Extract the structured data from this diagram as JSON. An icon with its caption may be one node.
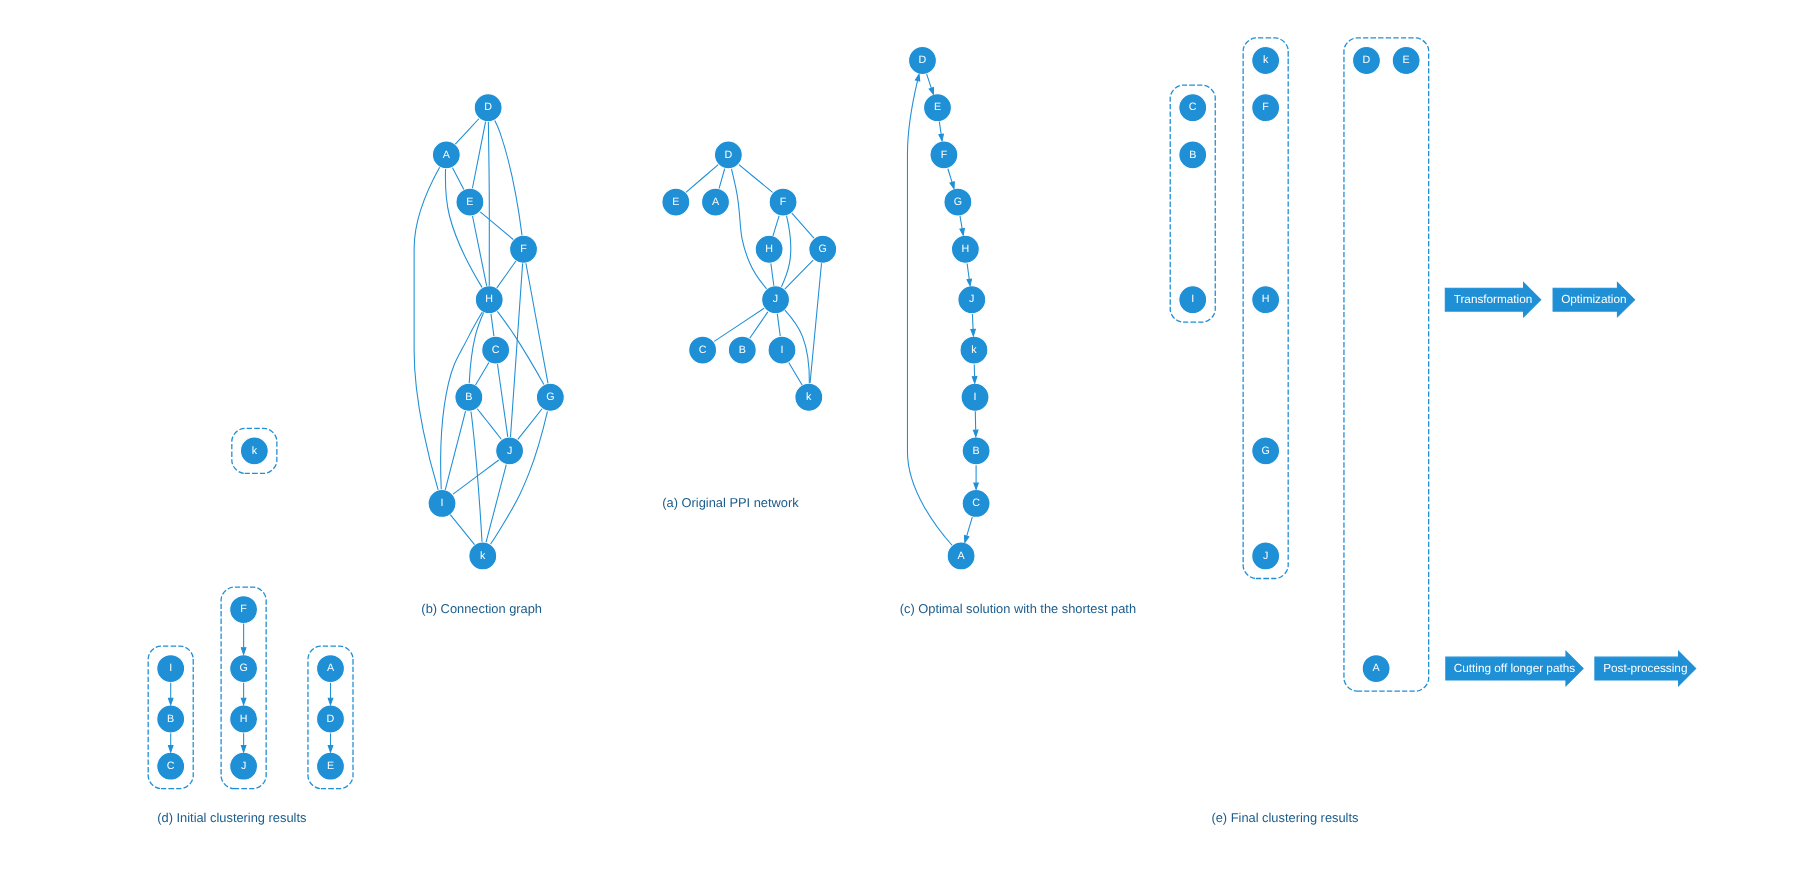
{
  "diagram": {
    "nodes": [
      {
        "text": [
          "D"
        ]
      },
      {
        "text": [
          "E"
        ]
      },
      {
        "text": [
          "A"
        ]
      },
      {
        "text": [
          "F"
        ]
      },
      {
        "text": [
          "H"
        ]
      },
      {
        "text": [
          "G"
        ]
      },
      {
        "text": [
          "J"
        ]
      },
      {
        "text": [
          "C"
        ]
      },
      {
        "text": [
          "B"
        ]
      },
      {
        "text": [
          "k"
        ]
      },
      {
        "text": [
          "I"
        ]
      },
      {
        "text": [
          "Transformation"
        ]
      },
      {
        "text": [
          "D"
        ]
      },
      {
        "text": [
          "E"
        ]
      },
      {
        "text": [
          "A"
        ]
      },
      {
        "text": [
          "F"
        ]
      },
      {
        "text": [
          "H"
        ]
      },
      {
        "text": [
          "G"
        ]
      },
      {
        "text": [
          "J"
        ]
      },
      {
        "text": [
          "C"
        ]
      },
      {
        "text": [
          "B"
        ]
      },
      {
        "text": [
          "k"
        ]
      },
      {
        "text": [
          "I"
        ]
      },
      {
        "text": [
          "Optimization"
        ]
      },
      {
        "text": [
          "D"
        ]
      },
      {
        "text": [
          "E"
        ]
      },
      {
        "text": [
          "A"
        ]
      },
      {
        "text": [
          "F"
        ]
      },
      {
        "text": [
          "H"
        ]
      },
      {
        "text": [
          "G"
        ]
      },
      {
        "text": [
          "J"
        ]
      },
      {
        "text": [
          "C"
        ]
      },
      {
        "text": [
          "B"
        ]
      },
      {
        "text": [
          "k"
        ]
      },
      {
        "text": [
          "I"
        ]
      },
      {
        "text": [
          "Cutting off longer paths"
        ]
      },
      {
        "text": [],
        "shape": "ellipse"
      },
      {
        "text": [
          "A"
        ],
        "in": 36
      },
      {
        "text": [
          "D"
        ],
        "in": 36
      },
      {
        "text": [
          "E"
        ],
        "in": 36
      },
      {
        "text": [],
        "shape": "ellipse"
      },
      {
        "text": [
          "F"
        ],
        "in": 40
      },
      {
        "text": [
          "G"
        ],
        "in": 40
      },
      {
        "text": [
          "H"
        ],
        "in": 40
      },
      {
        "text": [
          "J"
        ],
        "in": 40
      },
      {
        "text": [],
        "shape": "ellipse"
      },
      {
        "text": [
          "C"
        ],
        "in": 45
      },
      {
        "text": [
          "B"
        ],
        "in": 45
      },
      {
        "text": [
          "I"
        ],
        "in": 45
      },
      {
        "text": [],
        "shape": "ellipse"
      },
      {
        "text": [
          "k"
        ],
        "in": 49
      },
      {
        "text": [
          "Post-processing"
        ]
      },
      {
        "text": [],
        "shape": "ellipse"
      },
      {
        "text": [
          "A"
        ],
        "in": 52
      },
      {
        "text": [
          "D"
        ],
        "in": 52
      },
      {
        "text": [
          "E"
        ],
        "in": 52
      },
      {
        "text": [],
        "shape": "ellipse"
      },
      {
        "text": [
          "F"
        ],
        "in": 56
      },
      {
        "text": [
          "H"
        ],
        "in": 56
      },
      {
        "text": [
          "G"
        ],
        "in": 56
      },
      {
        "text": [
          "J"
        ],
        "in": 56
      },
      {
        "text": [
          "k"
        ],
        "in": 56
      },
      {
        "text": [],
        "shape": "ellipse"
      },
      {
        "text": [
          "C"
        ],
        "in": 62
      },
      {
        "text": [
          "B"
        ],
        "in": 62
      },
      {
        "text": [
          "I"
        ],
        "in": 62
      }
    ],
    "edges": [
      {
        "from": 0,
        "to": 1,
        "arrow": "none"
      },
      {
        "from": 0,
        "to": 3,
        "arrow": "none"
      },
      {
        "from": 0,
        "to": 6,
        "arrow": "none"
      },
      {
        "from": 0,
        "to": 2,
        "arrow": "none"
      },
      {
        "from": 3,
        "to": 4,
        "arrow": "none"
      },
      {
        "from": 3,
        "to": 6,
        "arrow": "none"
      },
      {
        "from": 3,
        "to": 5,
        "arrow": "none"
      },
      {
        "from": 4,
        "to": 6,
        "arrow": "none"
      },
      {
        "from": 5,
        "to": 6,
        "arrow": "none"
      },
      {
        "from": 5,
        "to": 9,
        "arrow": "none"
      },
      {
        "from": 6,
        "to": 7,
        "arrow": "none"
      },
      {
        "from": 6,
        "to": 8,
        "arrow": "none"
      },
      {
        "from": 6,
        "to": 10,
        "arrow": "none"
      },
      {
        "from": 6,
        "to": 9,
        "arrow": "none"
      },
      {
        "from": 10,
        "to": 9,
        "arrow": "none"
      },
      {
        "from": 12,
        "to": 13,
        "arrow": "none"
      },
      {
        "from": 12,
        "to": 14,
        "arrow": "none"
      },
      {
        "from": 14,
        "to": 13,
        "arrow": "none"
      },
      {
        "from": 13,
        "to": 15,
        "arrow": "none"
      },
      {
        "from": 12,
        "to": 15,
        "arrow": "none"
      },
      {
        "from": 12,
        "to": 16,
        "arrow": "none"
      },
      {
        "from": 14,
        "to": 16,
        "arrow": "none"
      },
      {
        "from": 13,
        "to": 16,
        "arrow": "none"
      },
      {
        "from": 15,
        "to": 16,
        "arrow": "none"
      },
      {
        "from": 15,
        "to": 18,
        "arrow": "none"
      },
      {
        "from": 15,
        "to": 17,
        "arrow": "none"
      },
      {
        "from": 16,
        "to": 17,
        "arrow": "none"
      },
      {
        "from": 17,
        "to": 18,
        "arrow": "none"
      },
      {
        "from": 17,
        "to": 21,
        "arrow": "none"
      },
      {
        "from": 16,
        "to": 19,
        "arrow": "none"
      },
      {
        "from": 16,
        "to": 20,
        "arrow": "none"
      },
      {
        "from": 16,
        "to": 22,
        "arrow": "none"
      },
      {
        "from": 19,
        "to": 18,
        "arrow": "none"
      },
      {
        "from": 19,
        "to": 20,
        "arrow": "none"
      },
      {
        "from": 20,
        "to": 18,
        "arrow": "none"
      },
      {
        "from": 20,
        "to": 21,
        "arrow": "none"
      },
      {
        "from": 20,
        "to": 22,
        "arrow": "none"
      },
      {
        "from": 14,
        "to": 22,
        "arrow": "none"
      },
      {
        "from": 18,
        "to": 22,
        "arrow": "none"
      },
      {
        "from": 18,
        "to": 21,
        "arrow": "none"
      },
      {
        "from": 22,
        "to": 21,
        "arrow": "none"
      },
      {
        "from": 26,
        "to": 24,
        "arrow": "to"
      },
      {
        "from": 24,
        "to": 25,
        "arrow": "to"
      },
      {
        "from": 25,
        "to": 27,
        "arrow": "to"
      },
      {
        "from": 27,
        "to": 29,
        "arrow": "to"
      },
      {
        "from": 29,
        "to": 28,
        "arrow": "to"
      },
      {
        "from": 28,
        "to": 30,
        "arrow": "to"
      },
      {
        "from": 30,
        "to": 33,
        "arrow": "to"
      },
      {
        "from": 33,
        "to": 34,
        "arrow": "to"
      },
      {
        "from": 34,
        "to": 32,
        "arrow": "to"
      },
      {
        "from": 32,
        "to": 31,
        "arrow": "to"
      },
      {
        "from": 31,
        "to": 26,
        "arrow": "to"
      },
      {
        "from": 37,
        "to": 38,
        "arrow": "to"
      },
      {
        "from": 38,
        "to": 39,
        "arrow": "to"
      },
      {
        "from": 41,
        "to": 42,
        "arrow": "to"
      },
      {
        "from": 42,
        "to": 43,
        "arrow": "to"
      },
      {
        "from": 43,
        "to": 44,
        "arrow": "to"
      },
      {
        "from": 48,
        "to": 47,
        "arrow": "to"
      },
      {
        "from": 47,
        "to": 46,
        "arrow": "to"
      }
    ],
    "labels": [
      "(a) Original PPI network",
      "(b) Connection graph",
      "(c) Optimal solution with the shortest path",
      "(d) Initial clustering results",
      "(e) Final clustering results"
    ]
  }
}
